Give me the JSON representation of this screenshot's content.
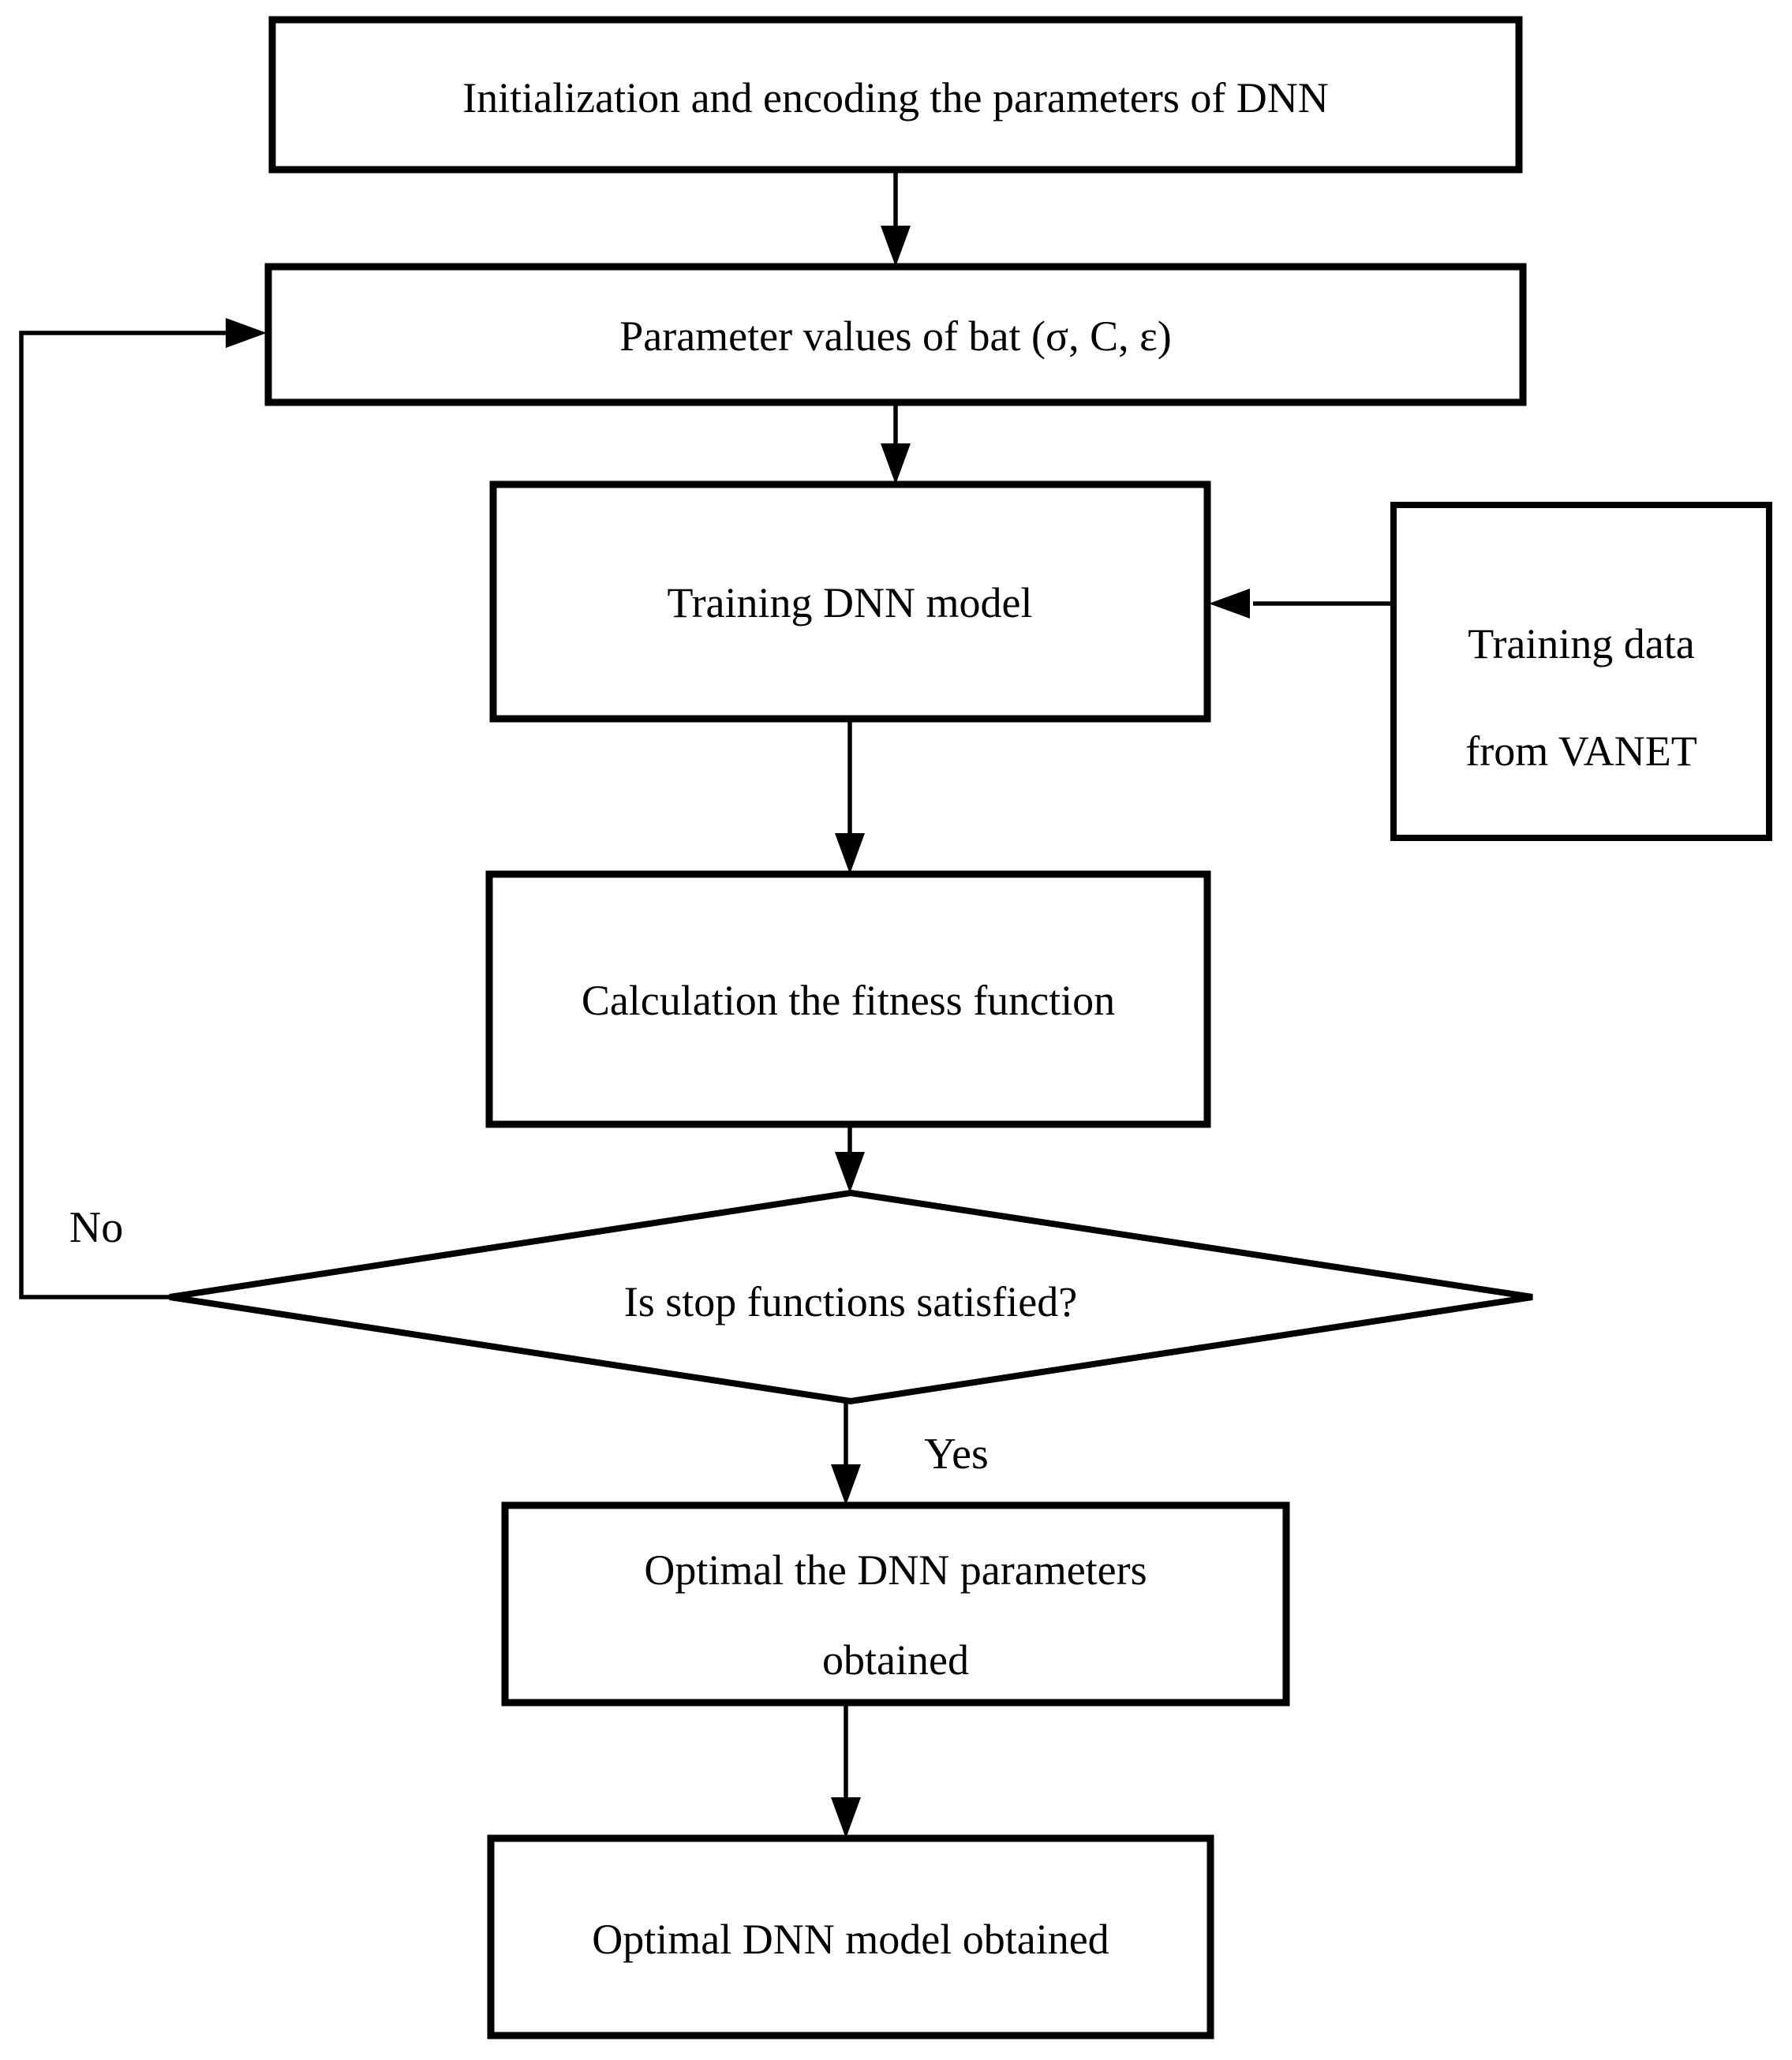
{
  "figure": {
    "background_color": "#ffffff",
    "line_color": "#000000",
    "nodes": {
      "init": {
        "label": "Initialization and encoding the parameters of DNN"
      },
      "bat_params": {
        "label": "Parameter values of bat (σ, C, ε)"
      },
      "train_dnn": {
        "label": "Training DNN model"
      },
      "vanet_data": {
        "line1": "Training data",
        "line2": "from VANET"
      },
      "fitness": {
        "label": "Calculation the fitness function"
      },
      "stop_check": {
        "label": "Is stop functions satisfied?"
      },
      "optimal_params": {
        "line1": "Optimal the DNN parameters",
        "line2": "obtained"
      },
      "optimal_model": {
        "label": "Optimal DNN model obtained"
      }
    },
    "edge_labels": {
      "no": "No",
      "yes": "Yes"
    }
  }
}
